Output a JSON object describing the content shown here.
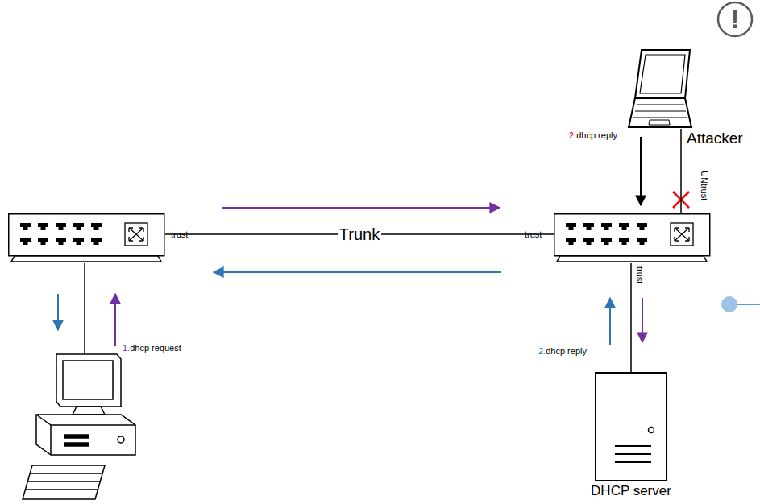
{
  "diagram": {
    "nodes": [
      {
        "text": [
          "trust"
        ]
      },
      {
        "text": [
          "trust",
          "UNtrust",
          "trust"
        ]
      },
      {
        "text": [
          "Attacker"
        ]
      },
      {
        "text": [
          "DHCP server"
        ]
      }
    ],
    "edges": [
      {
        "from": 0,
        "to": 1,
        "arrow": "none",
        "label": "Trunk"
      },
      {
        "from": 1,
        "to": 2,
        "arrow": "none"
      },
      {
        "from": 1,
        "to": 3,
        "arrow": "none"
      }
    ],
    "labels": [
      "1.",
      "dhcp request",
      "2.",
      "dhcp reply",
      "2.",
      "dhcp reply",
      "!"
    ]
  }
}
